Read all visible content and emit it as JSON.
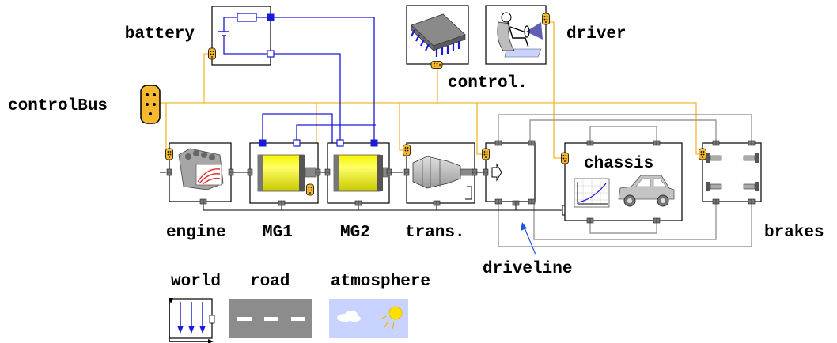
{
  "labels": {
    "battery": "battery",
    "driver": "driver",
    "controlBus": "controlBus",
    "control": "control.",
    "chassis": "chassis",
    "engine": "engine",
    "mg1": "MG1",
    "mg2": "MG2",
    "trans": "trans.",
    "brakes": "brakes",
    "driveline": "driveline",
    "world": "world",
    "road": "road",
    "atmosphere": "atmosphere"
  },
  "colors": {
    "bus": "#f5b82e",
    "electric": "#1a1ad9",
    "mechanical": "#9a9a9a",
    "motor_yellow": "#ffff00",
    "road_gray": "#8c8c8c",
    "sky": "#c8d4ff",
    "sun": "#ffe000"
  },
  "icons": [
    "battery-icon",
    "controller-chip-icon",
    "driver-seat-icon",
    "engine-icon",
    "motor-generator-icon",
    "transmission-icon",
    "driveline-icon",
    "chassis-icon",
    "car-icon",
    "brakes-icon",
    "world-frame-icon",
    "road-icon",
    "atmosphere-icon",
    "control-bus-connector-icon"
  ]
}
